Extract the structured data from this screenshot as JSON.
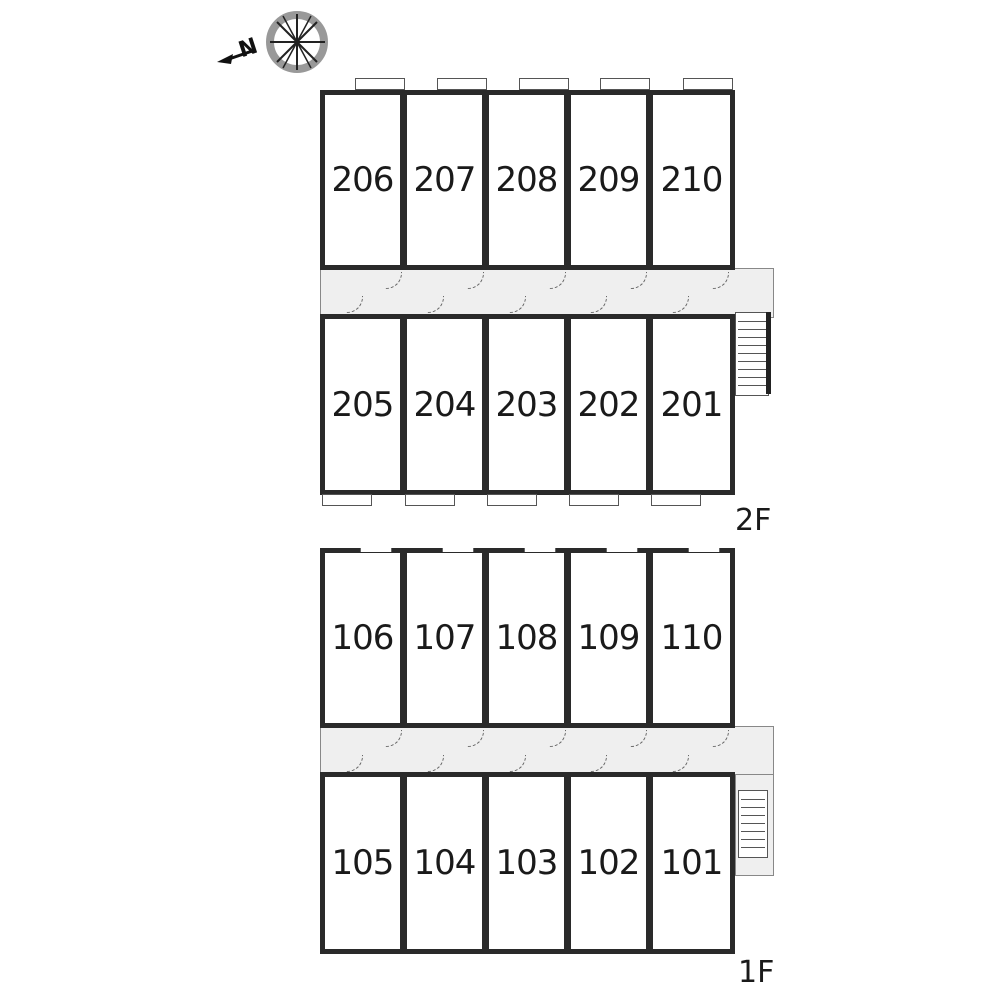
{
  "floors": {
    "second": {
      "label": "2F",
      "top_row": [
        "206",
        "207",
        "208",
        "209",
        "210"
      ],
      "bottom_row": [
        "205",
        "204",
        "203",
        "202",
        "201"
      ]
    },
    "first": {
      "label": "1F",
      "top_row": [
        "106",
        "107",
        "108",
        "109",
        "110"
      ],
      "bottom_row": [
        "105",
        "104",
        "103",
        "102",
        "101"
      ]
    }
  },
  "compass": {
    "icon": "compass-rose-icon",
    "north_label": "N"
  }
}
